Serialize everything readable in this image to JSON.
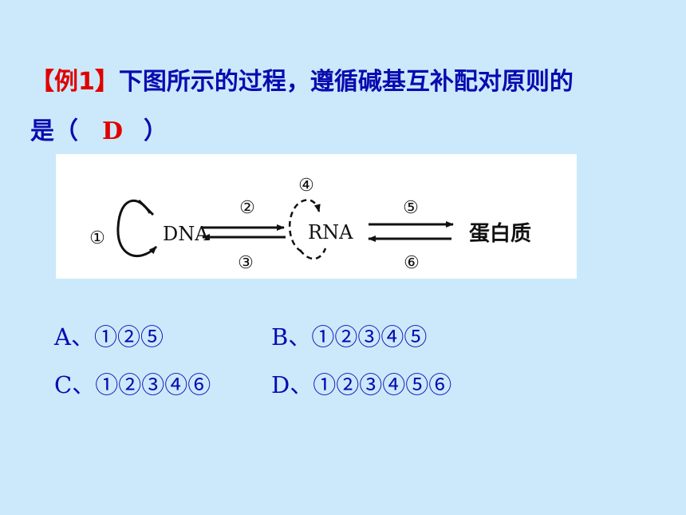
{
  "question": {
    "tag": "【例1】",
    "text_line1": "下图所示的过程，遵循碱基互补配对原则的",
    "text_line2_prefix": "是（",
    "answer": "D",
    "text_line2_suffix": "）"
  },
  "diagram": {
    "dna": "DNA",
    "rna": "RNA",
    "protein": "蛋白质",
    "process_labels": [
      "①",
      "②",
      "③",
      "④",
      "⑤",
      "⑥"
    ]
  },
  "options": [
    {
      "letter": "A、",
      "value": "①②⑤"
    },
    {
      "letter": "B、",
      "value": "①②③④⑤"
    },
    {
      "letter": "C、",
      "value": "①②③④⑥"
    },
    {
      "letter": "D、",
      "value": "①②③④⑤⑥"
    }
  ]
}
